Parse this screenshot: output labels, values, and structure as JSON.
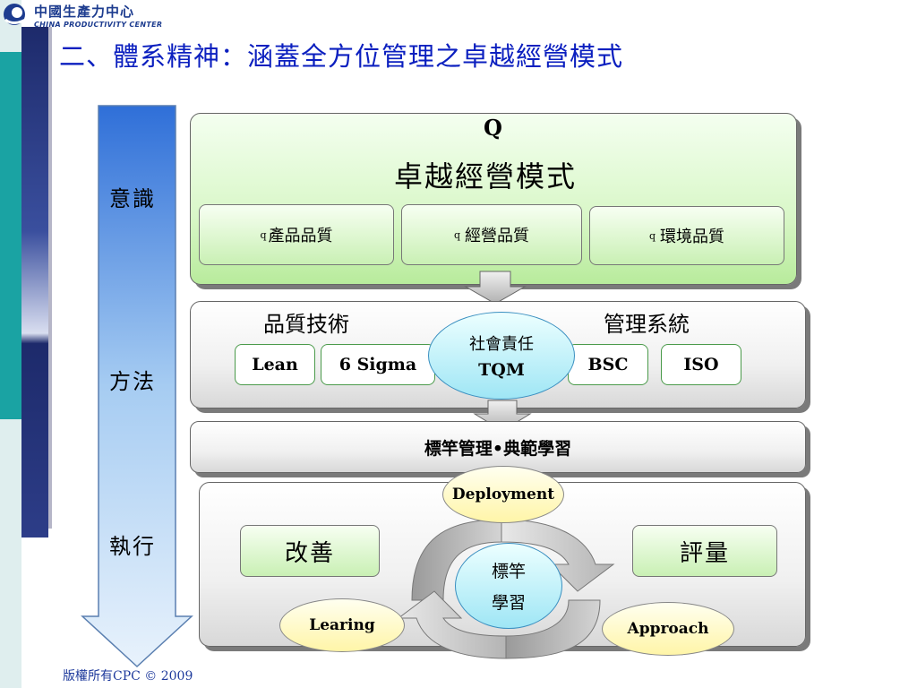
{
  "logo": {
    "chinese": "中國生產力中心",
    "english": "CHINA PRODUCTIVITY CENTER",
    "emblem": "cpc-emblem-icon"
  },
  "title": "二、體系精神：涵蓋全方位管理之卓越經營模式",
  "side_arrow": {
    "labels": [
      "意識",
      "方法",
      "執行"
    ]
  },
  "top_panel": {
    "bullet_q": "Q",
    "heading": "卓越經營模式",
    "items": [
      {
        "bullet": "q",
        "text": "產品品質"
      },
      {
        "bullet": "q",
        "text": "經營品質"
      },
      {
        "bullet": "q",
        "text": "環境品質"
      }
    ]
  },
  "middle_panel": {
    "left_heading": "品質技術",
    "right_heading": "管理系統",
    "center_oval": {
      "line1": "社會責任",
      "line2": "TQM"
    },
    "left_items": [
      "Lean",
      "6 Sigma"
    ],
    "right_items": [
      "BSC",
      "ISO"
    ]
  },
  "bar_panel": {
    "text": "標竿管理•典範學習"
  },
  "bottom_panel": {
    "left_box": "改善",
    "right_box": "評量",
    "top_oval": "Deployment",
    "left_oval": "Learing",
    "right_oval": "Approach",
    "center_oval": {
      "line1": "標竿",
      "line2": "學習"
    }
  },
  "footer": {
    "copyright": "版權所有CPC © 2009"
  },
  "colors": {
    "title": "#0b1fbf",
    "accent_green": "#c9f0b4",
    "arrow_blue": "#a6ccf2",
    "oval_yellow": "#fff5a8",
    "oval_blue": "#9fe6f5"
  }
}
